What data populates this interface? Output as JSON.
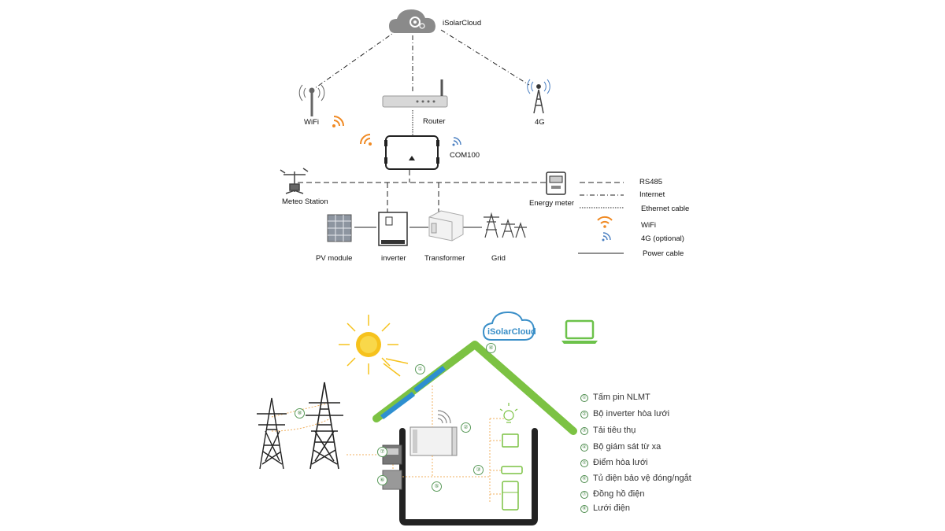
{
  "top": {
    "cloud": "iSolarCloud",
    "router": "Router",
    "wifi": "WiFi",
    "lte": "4G",
    "logger": "COM100",
    "meteo": "Meteo Station",
    "meter": "Energy meter",
    "pv": "PV module",
    "inverter": "inverter",
    "transformer": "Transformer",
    "grid": "Grid",
    "legend": [
      "RS485",
      "Internet",
      "Ethernet cable",
      "WiFi",
      "4G (optional)",
      "Power cable"
    ]
  },
  "bottom": {
    "cloud": "iSolarCloud",
    "markers": [
      "①",
      "②",
      "③",
      "④",
      "⑤",
      "⑥",
      "⑦",
      "⑧"
    ],
    "legend": [
      "Tấm pin NLMT",
      "Bộ inverter hòa lưới",
      "Tải tiêu thụ",
      "Bộ giám sát từ xa",
      "Điểm hòa lưới",
      "Tủ điện bảo vệ đóng/ngắt",
      "Đồng hồ điện",
      "Lưới điện"
    ],
    "legend_numbers": [
      "①",
      "②",
      "③",
      "④",
      "⑤",
      "⑥",
      "⑦",
      "⑧"
    ]
  },
  "colors": {
    "house_roof": "#7cc243",
    "wifi_orange": "#f08a24",
    "lte_blue": "#4a7fc1",
    "cloud_blue": "#3a8fc8",
    "laptop_green": "#6cc24a",
    "sun_yellow": "#f6c21d"
  }
}
